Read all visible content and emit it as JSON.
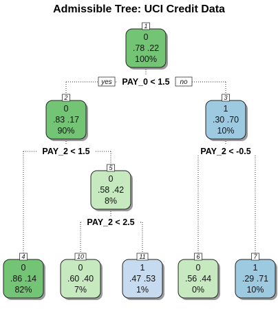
{
  "title": "Admissible Tree: UCI Credit Data",
  "colors": {
    "green_dark": "#74c476",
    "green_mid": "#8fd18e",
    "green_light": "#c7e9c0",
    "blue_light": "#c6dbef",
    "blue_mid": "#9ecae1"
  },
  "nodes": [
    {
      "id": "1",
      "class_label": "0",
      "probs": ".78  .22",
      "pct": "100%",
      "color": "#74c476"
    },
    {
      "id": "2",
      "class_label": "0",
      "probs": ".83  .17",
      "pct": "90%",
      "color": "#74c476"
    },
    {
      "id": "3",
      "class_label": "1",
      "probs": ".30  .70",
      "pct": "10%",
      "color": "#9ecae1"
    },
    {
      "id": "5",
      "class_label": "0",
      "probs": ".58  .42",
      "pct": "8%",
      "color": "#c7e9c0"
    },
    {
      "id": "4",
      "class_label": "0",
      "probs": ".86  .14",
      "pct": "82%",
      "color": "#74c476"
    },
    {
      "id": "10",
      "class_label": "0",
      "probs": ".60  .40",
      "pct": "7%",
      "color": "#c7e9c0"
    },
    {
      "id": "11",
      "class_label": "1",
      "probs": ".47  .53",
      "pct": "1%",
      "color": "#c6dbef"
    },
    {
      "id": "6",
      "class_label": "0",
      "probs": ".56  .44",
      "pct": "0%",
      "color": "#c7e9c0"
    },
    {
      "id": "7",
      "class_label": "1",
      "probs": ".29  .71",
      "pct": "10%",
      "color": "#9ecae1"
    }
  ],
  "splits": [
    {
      "label": "PAY_0 < 1.5"
    },
    {
      "label": "PAY_2 < 1.5"
    },
    {
      "label": "PAY_2 < -0.5"
    },
    {
      "label": "PAY_2 < 2.5"
    }
  ],
  "branch_labels": {
    "yes": "yes",
    "no": "no"
  }
}
